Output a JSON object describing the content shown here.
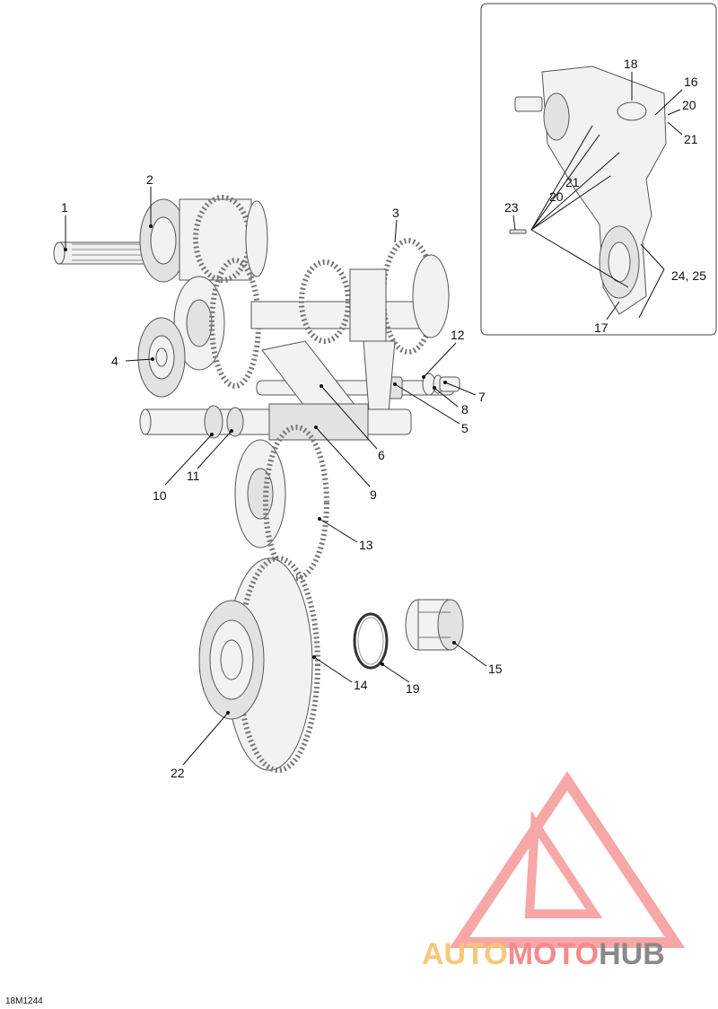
{
  "figure_id": "18M1244",
  "callouts": [
    {
      "id": "c1",
      "label": "1"
    },
    {
      "id": "c2",
      "label": "2"
    },
    {
      "id": "c3",
      "label": "3"
    },
    {
      "id": "c4",
      "label": "4"
    },
    {
      "id": "c5",
      "label": "5"
    },
    {
      "id": "c6",
      "label": "6"
    },
    {
      "id": "c7",
      "label": "7"
    },
    {
      "id": "c8",
      "label": "8"
    },
    {
      "id": "c9",
      "label": "9"
    },
    {
      "id": "c10",
      "label": "10"
    },
    {
      "id": "c11",
      "label": "11"
    },
    {
      "id": "c12",
      "label": "12"
    },
    {
      "id": "c13",
      "label": "13"
    },
    {
      "id": "c14",
      "label": "14"
    },
    {
      "id": "c15",
      "label": "15"
    },
    {
      "id": "c19",
      "label": "19"
    },
    {
      "id": "c22",
      "label": "22"
    }
  ],
  "inset_callouts": [
    {
      "id": "i18",
      "label": "18"
    },
    {
      "id": "i16",
      "label": "16"
    },
    {
      "id": "i20a",
      "label": "20"
    },
    {
      "id": "i21a",
      "label": "21"
    },
    {
      "id": "i21b",
      "label": "21"
    },
    {
      "id": "i20b",
      "label": "20"
    },
    {
      "id": "i23",
      "label": "23"
    },
    {
      "id": "i2425",
      "label": "24, 25"
    },
    {
      "id": "i17",
      "label": "17"
    }
  ],
  "watermark": {
    "words": [
      "AUTO",
      "MOTO",
      "HUB"
    ],
    "colors": {
      "word1": "#f7c77a",
      "word2": "#f58a8a",
      "word3": "#8a8a8a",
      "triangle": "#f58a8a"
    }
  }
}
